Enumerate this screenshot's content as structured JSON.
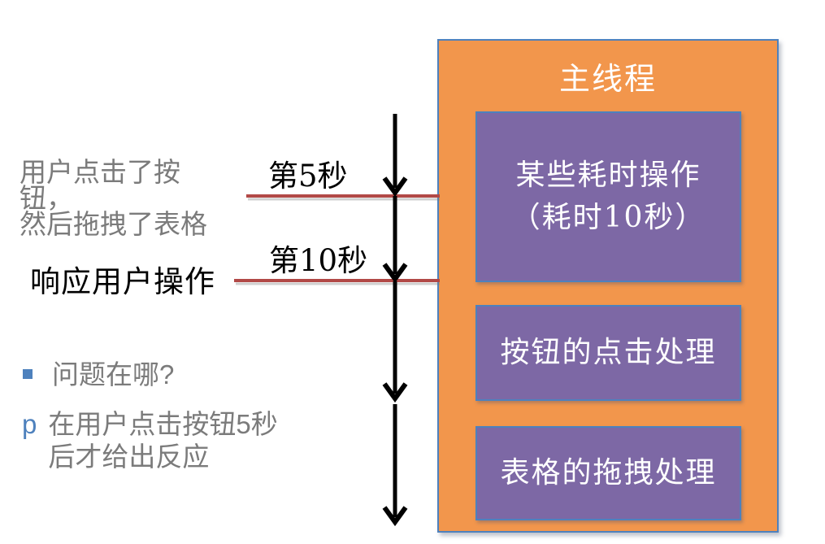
{
  "slide": {
    "left_notes": {
      "user_action_lines": [
        "用户点击了按钮，",
        "然后拖拽了表格"
      ],
      "respond_note": "响应用户操作",
      "bullets": [
        {
          "marker": "■",
          "text": "问题在哪?"
        },
        {
          "marker": "p",
          "lines": [
            "在用户点击按钮5秒",
            "后才给出反应"
          ]
        }
      ]
    },
    "timeline": {
      "marker_5s": "第5秒",
      "marker_10s": "第10秒"
    },
    "main_thread": {
      "title": "主线程",
      "tasks": [
        {
          "lines": [
            "某些耗时操作",
            "（耗时10秒）"
          ]
        },
        {
          "lines": [
            "按钮的点击处理"
          ]
        },
        {
          "lines": [
            "表格的拖拽处理"
          ]
        }
      ]
    },
    "colors": {
      "orange_fill": "#F2964C",
      "purple_fill": "#7D68A5",
      "blue_border": "#4E81BD",
      "red_marker_line": "#B24947",
      "arrow_black": "#000000",
      "gray_text": "#7B7B7B",
      "bullet_blue": "#4E81BD",
      "box_text_white": "#FFFFFF"
    }
  }
}
